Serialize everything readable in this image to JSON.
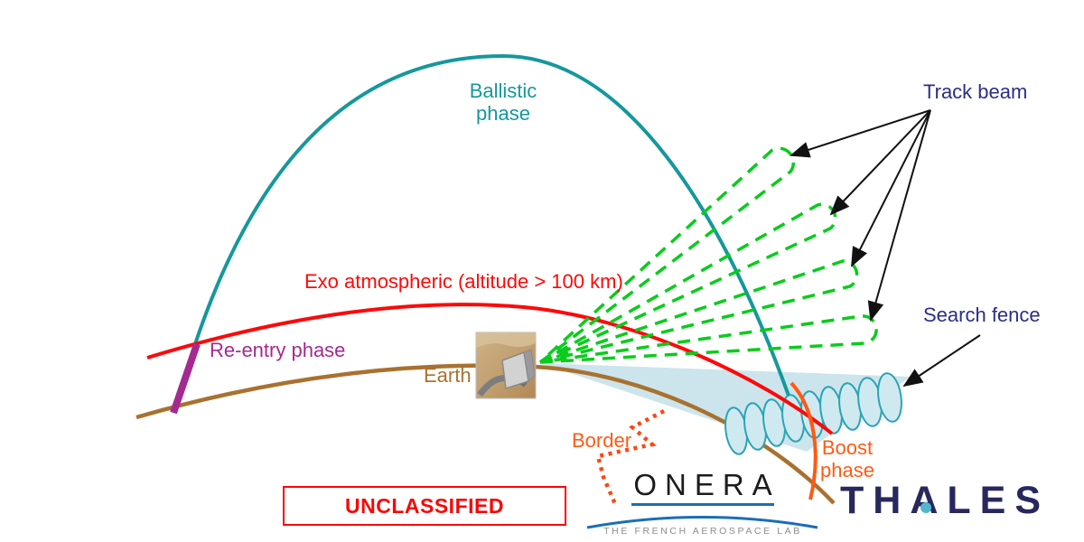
{
  "labels": {
    "ballistic_line1": "Ballistic",
    "ballistic_line2": "phase",
    "track_beam": "Track beam",
    "exo_atmospheric": "Exo atmospheric (altitude > 100 km)",
    "reentry_phase": "Re-entry phase",
    "earth": "Earth",
    "search_fence": "Search fence",
    "border": "Border",
    "boost_line1": "Boost",
    "boost_line2": "phase",
    "unclassified": "UNCLASSIFIED"
  },
  "logos": {
    "onera_name": "ONERA",
    "onera_tagline": "THE FRENCH AEROSPACE LAB",
    "thales_name": "THALES"
  },
  "colors": {
    "ballistic_teal": "#15989c",
    "exo_red": "#fb0a0a",
    "earth_brown": "#a9712f",
    "reentry_purple": "#a42a92",
    "boost_orange": "#ff5a14",
    "border_orange": "#ff4612",
    "track_beam_green": "#09cc1c",
    "label_navy": "#2b2e83",
    "search_fan_fill": "#c3e1ea",
    "fence_ellipse_fill": "#cfe9f0",
    "fence_ellipse_stroke": "#2ba4b4",
    "unclassified_red": "#f90606",
    "onera_blue": "#1a6fb5",
    "onera_gray": "#8c8c8c",
    "thales_navy": "#28285f",
    "thales_dot_teal": "#52b7cc"
  }
}
